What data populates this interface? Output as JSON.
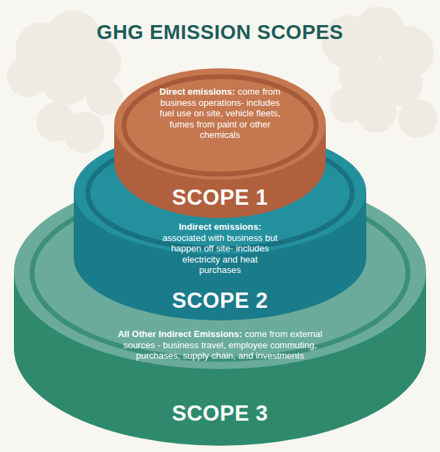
{
  "diagram": {
    "title": "GHG EMISSION SCOPES",
    "nodes": [
      {
        "text": [
          "Direct emissions:",
          "come from business operations- includes fuel use on site, vehicle fleets, fumes from paint or other chemicals",
          "SCOPE 1"
        ]
      },
      {
        "text": [
          "Indirect emissions:",
          "associated with business but happen off site- includes electricity and heat purchases",
          "SCOPE 2"
        ]
      },
      {
        "text": [
          "All Other Indirect Emissions:",
          "come from external sources - business travel, employee commuting, purchases, supply chain, and investments",
          "SCOPE 3"
        ]
      }
    ]
  }
}
